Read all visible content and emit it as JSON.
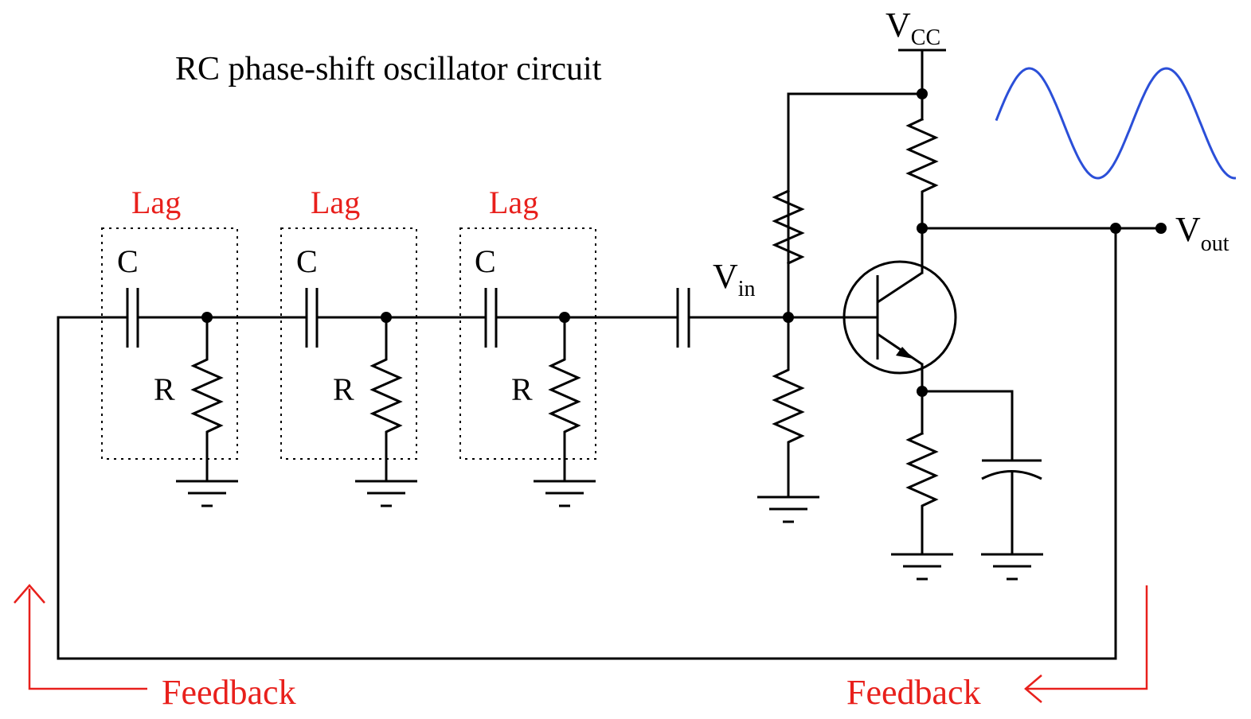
{
  "title": "RC phase-shift oscillator circuit",
  "stages": [
    {
      "group_label": "Lag",
      "cap_label": "C",
      "res_label": "R"
    },
    {
      "group_label": "Lag",
      "cap_label": "C",
      "res_label": "R"
    },
    {
      "group_label": "Lag",
      "cap_label": "C",
      "res_label": "R"
    }
  ],
  "vcc": {
    "main": "V",
    "sub": "CC"
  },
  "vin": {
    "main": "V",
    "sub": "in"
  },
  "vout": {
    "main": "V",
    "sub": "out"
  },
  "feedback_labels": [
    "Feedback",
    "Feedback"
  ],
  "colors": {
    "wire": "#000000",
    "annotation": "#e8201c",
    "waveform": "#2b4fd8"
  }
}
